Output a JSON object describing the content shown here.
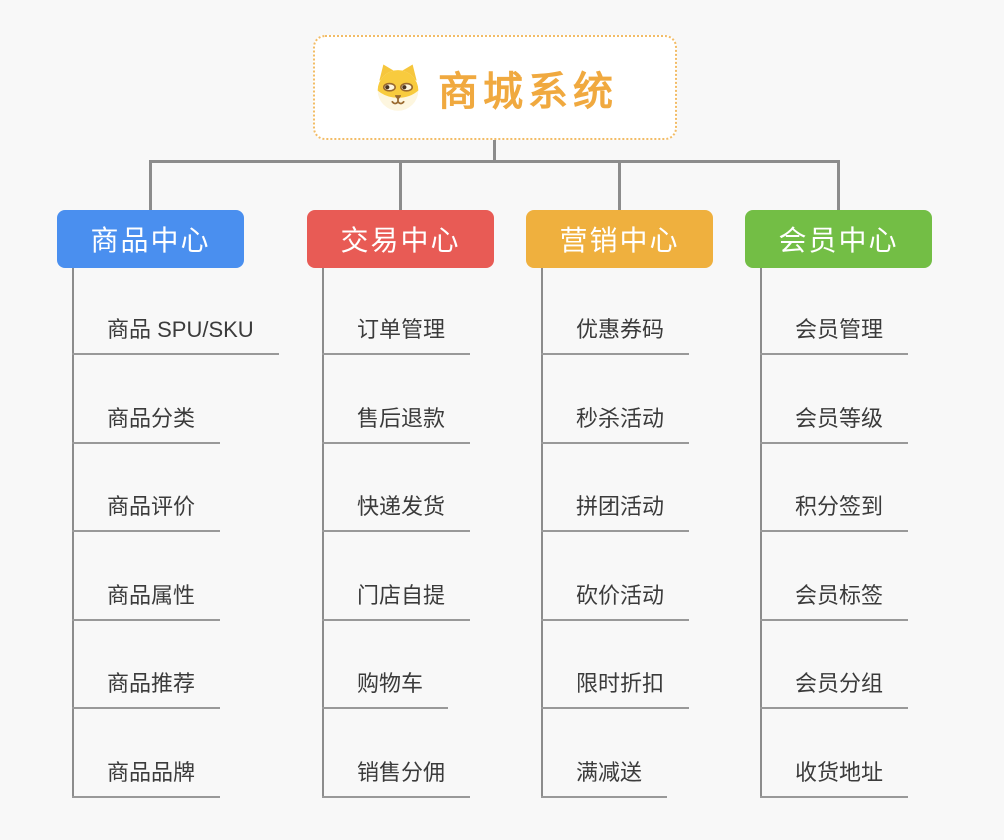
{
  "theme": {
    "background": "#F8F8F8",
    "connector": "#8C8C8C",
    "underline": "#999999",
    "item_text": "#3B3B3B",
    "root_text": "#F0A93F",
    "root_border": "#F2BC66"
  },
  "root": {
    "title": "商城系统",
    "icon": "shiba-dog-icon"
  },
  "branches": [
    {
      "label": "商品中心",
      "color": "#4A8FEF",
      "items": [
        "商品 SPU/SKU",
        "商品分类",
        "商品评价",
        "商品属性",
        "商品推荐",
        "商品品牌"
      ]
    },
    {
      "label": "交易中心",
      "color": "#E85B55",
      "items": [
        "订单管理",
        "售后退款",
        "快递发货",
        "门店自提",
        "购物车",
        "销售分佣"
      ]
    },
    {
      "label": "营销中心",
      "color": "#EFB03E",
      "items": [
        "优惠券码",
        "秒杀活动",
        "拼团活动",
        "砍价活动",
        "限时折扣",
        "满减送"
      ]
    },
    {
      "label": "会员中心",
      "color": "#73BE45",
      "items": [
        "会员管理",
        "会员等级",
        "积分签到",
        "会员标签",
        "会员分组",
        "收货地址"
      ]
    }
  ]
}
